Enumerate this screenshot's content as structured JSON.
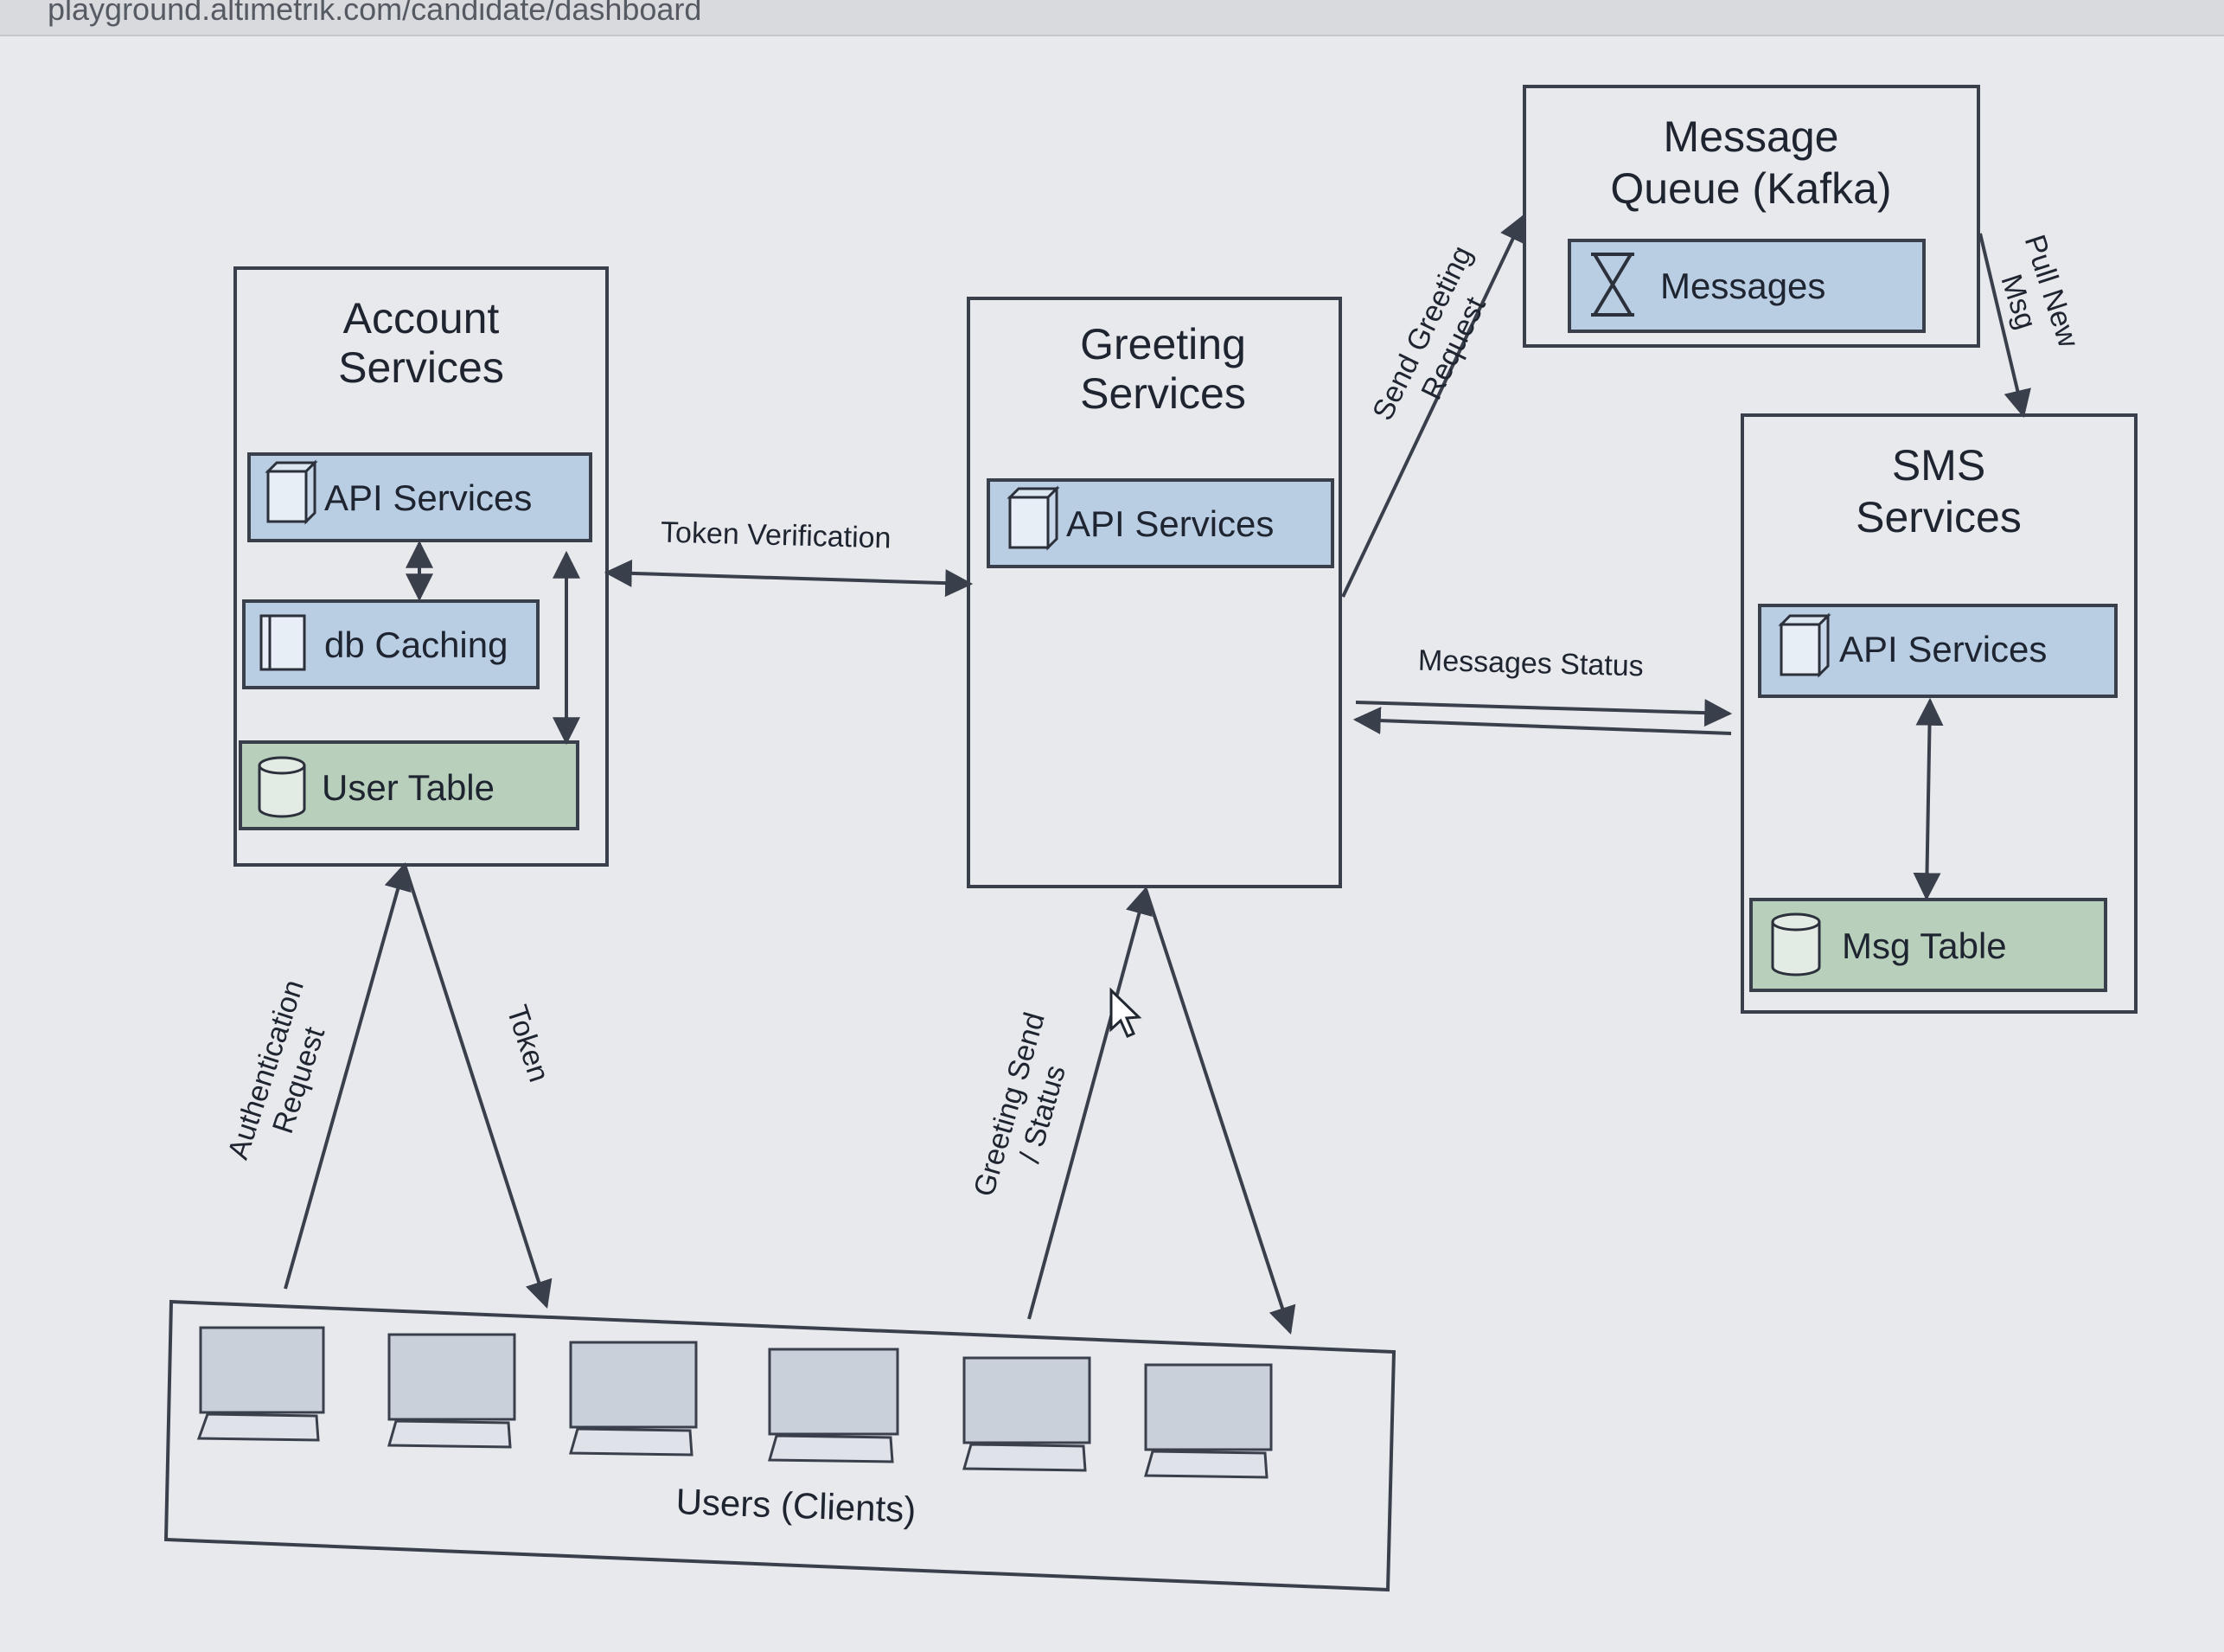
{
  "browser": {
    "url": "playground.altimetrik.com/candidate/dashboard"
  },
  "diagram": {
    "nodes": {
      "account": {
        "title_line1": "Account",
        "title_line2": "Services",
        "api": "API Services",
        "cache": "db Caching",
        "table": "User Table"
      },
      "greeting": {
        "title_line1": "Greeting",
        "title_line2": "Services",
        "api": "API Services"
      },
      "queue": {
        "title_line1": "Message",
        "title_line2": "Queue (Kafka)",
        "messages": "Messages"
      },
      "sms": {
        "title_line1": "SMS",
        "title_line2": "Services",
        "api": "API Services",
        "table": "Msg Table"
      },
      "users": {
        "label": "Users (Clients)"
      }
    },
    "edges": {
      "token_verification": "Token Verification",
      "send_greeting_line1": "Send Greeting",
      "send_greeting_line2": "Request",
      "pull_new_line1": "Pull New",
      "pull_new_line2": "Msg",
      "messages_status": "Messages Status",
      "auth_line1": "Authentication",
      "auth_line2": "Request",
      "token": "Token",
      "greeting_send_line1": "Greeting Send",
      "greeting_send_line2": "/ Status"
    },
    "colors": {
      "api_fill": "#b9cde3",
      "table_fill": "#b8cfbb",
      "line": "#3a3f4c",
      "background": "#e8e9ec"
    }
  }
}
